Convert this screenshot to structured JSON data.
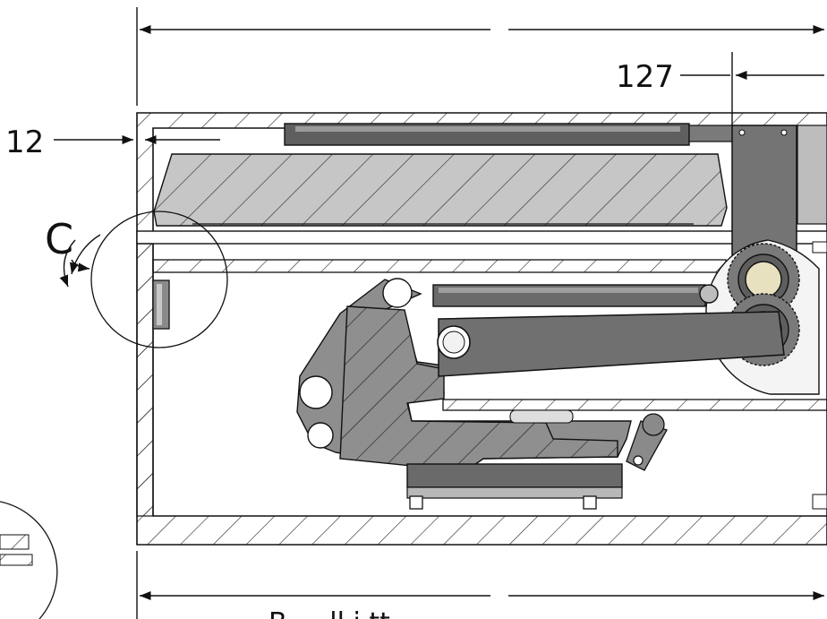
{
  "dimensions": {
    "left_offset": "12",
    "right_offset": "127"
  },
  "detail_view": {
    "label": "C"
  },
  "footer": {
    "caption_partial": "B  ...  ll  i  tt"
  },
  "colors": {
    "line": "#111111",
    "part_fill": "#9a9a9a",
    "part_dark": "#6f6f6f",
    "section_fill": "#c8c8c8",
    "bearing": "#e9e2c2"
  }
}
